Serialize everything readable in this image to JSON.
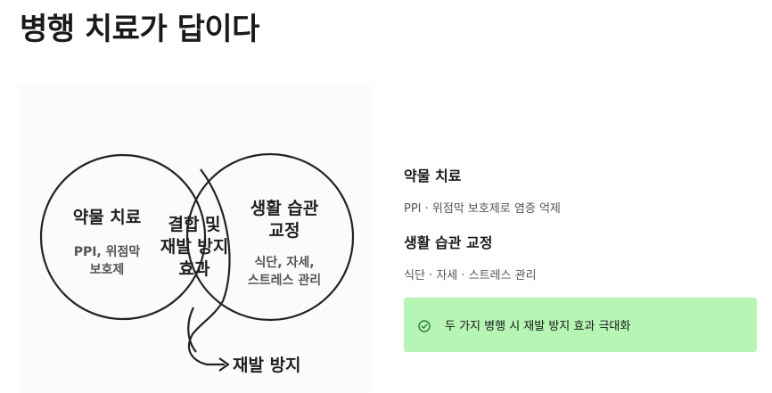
{
  "page": {
    "title": "병행 치료가 답이다"
  },
  "diagram": {
    "left_circle": {
      "title": "약물 치료",
      "detail_lines": [
        "PPI, 위점막",
        "보호제"
      ]
    },
    "overlap": {
      "lines": [
        "결합 및",
        "재발 방지",
        "효과"
      ]
    },
    "right_circle": {
      "title_lines": [
        "생활 습관",
        "교정"
      ],
      "detail_lines": [
        "식단, 자세,",
        "스트레스 관리"
      ]
    },
    "arrow_label": "재발 방지"
  },
  "info": {
    "items": [
      {
        "heading": "약물 치료",
        "desc": "PPI · 위점막 보호제로 염증 억제"
      },
      {
        "heading": "생활 습관 교정",
        "desc": "식단 · 자세 · 스트레스 관리"
      }
    ],
    "callout": {
      "text": "두 가지 병행 시 재발 방지 효과 극대화",
      "icon": "check-circle-icon",
      "color": "#b6f5b4"
    }
  }
}
